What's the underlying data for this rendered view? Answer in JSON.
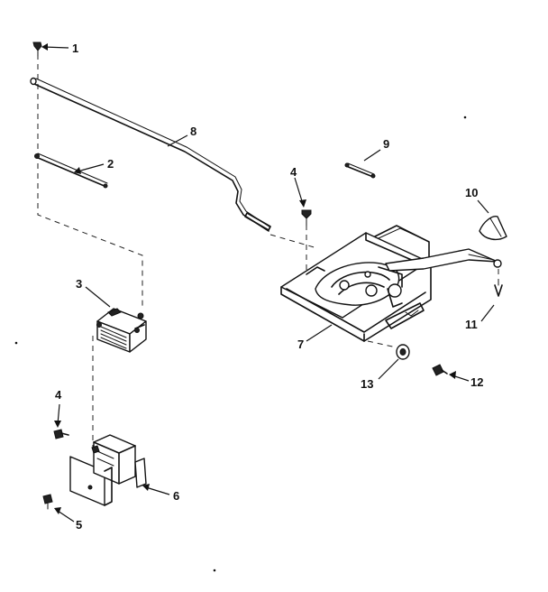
{
  "callouts": {
    "c1": "1",
    "c2": "2",
    "c3": "3",
    "c4a": "4",
    "c4b": "4",
    "c5": "5",
    "c6": "6",
    "c7": "7",
    "c8": "8",
    "c9": "9",
    "c10": "10",
    "c11": "11",
    "c12": "12",
    "c13": "13"
  }
}
